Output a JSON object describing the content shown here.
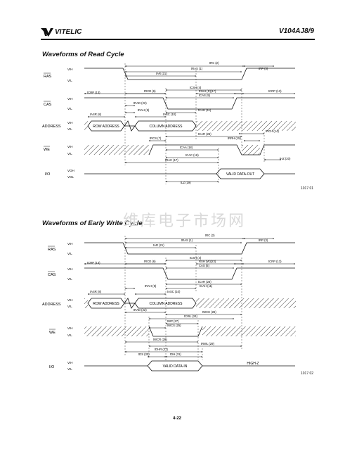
{
  "header": {
    "brand": "VITELIC",
    "part_number": "V104AJ8/9"
  },
  "read_cycle": {
    "title": "Waveforms of Read Cycle",
    "figure_id": "1017 01",
    "signals": {
      "ras": "RAS",
      "cas": "CAS",
      "address": "ADDRESS",
      "we": "WE",
      "io": "I/O"
    },
    "levels": {
      "vih": "VIH",
      "vil": "VIL",
      "voh": "VOH",
      "vol": "VOL"
    },
    "bus_labels": {
      "row": "ROW ADDRESS",
      "column": "COLUMN ADDRESS",
      "data": "VALID DATA-OUT"
    },
    "timing": {
      "trc": "tRC (2)",
      "tras": "tRAS (1)",
      "trp": "tRP (3)",
      "tar": "tAR (21)",
      "tcsh": "tCSH (4)",
      "tcrp1": "tCRP (13)",
      "trcd": "tRCD (6)",
      "trsh": "tRSH (R)(17)",
      "tcas": "tCAS (5)",
      "tcrp2": "tCRP (13)",
      "trad": "tRAD (22)",
      "trah": "tRAH (9)",
      "tcah": "tCAH (11)",
      "tasr": "tASR (8)",
      "tasc": "tASC (10)",
      "tcar": "tCAR (26)",
      "trch": "tRCH (14)",
      "trcs": "tRCS (7)",
      "trrh": "tRRH (15)",
      "tcaa": "tCAA (18)",
      "tcac": "tCAC (16)",
      "toff": "tHZ (20)",
      "trac": "tRAC (17)",
      "tlz": "tLZ (19)"
    }
  },
  "write_cycle": {
    "title": "Waveforms of Early Write Cycle",
    "figure_id": "1017 02",
    "watermark": "维库电子市场网",
    "signals": {
      "ras": "RAS",
      "cas": "CAS",
      "address": "ADDRESS",
      "we": "WE",
      "io": "I/O"
    },
    "levels": {
      "vih": "VIH",
      "vil": "VIL"
    },
    "bus_labels": {
      "row": "ROW ADDRESS",
      "column": "COLUMN ADDRESS",
      "data": "VALID DATA-IN",
      "highz": "HIGH-Z"
    },
    "timing": {
      "trc": "tRC (2)",
      "tras": "tRAS (1)",
      "trp": "tRP (3)",
      "tar": "tAR (21)",
      "tcsh": "tCSH (4)",
      "tcrp1": "tCRP (13)",
      "trcd": "tRCD (6)",
      "trsh": "RSH (W)(23)",
      "tcas": "CAS (5)",
      "tcrp2": "tCRP (13)",
      "tcar": "tCAR (26)",
      "trah": "tRAH (9)",
      "tcah": "tCAH (11)",
      "tasr": "tASR (8)",
      "tasc": "tASC (10)",
      "trad": "tRAD (22)",
      "twch": "tWCH (26)",
      "tcwl": "tCWL (24)",
      "twp": "tWP (27)",
      "twcs": "tWCS (25)",
      "twcr": "tWCR (28)",
      "trwl": "tRWL (29)",
      "tdhr": "tDHR (37)",
      "tds": "tDS (30)",
      "tdh": "tDH (31)"
    }
  },
  "page_number": "4-22"
}
